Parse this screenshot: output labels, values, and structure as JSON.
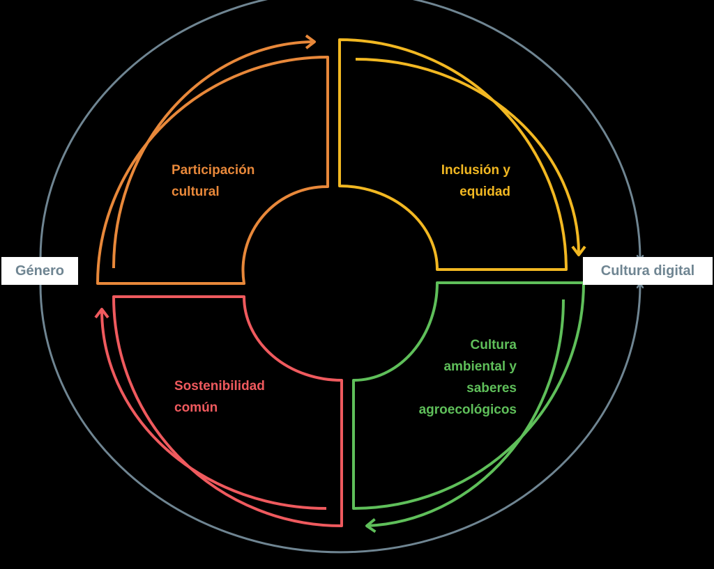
{
  "colors": {
    "ring": "#6f8592",
    "orange": "#e8883a",
    "yellow": "#f2b822",
    "green": "#5fbf5a",
    "red": "#ef5a5e"
  },
  "outer_labels": {
    "left": "Género",
    "right": "Cultura digital"
  },
  "quadrants": [
    {
      "name": "participacion",
      "color_key": "orange",
      "lines": [
        "Participación",
        "cultural"
      ]
    },
    {
      "name": "inclusion",
      "color_key": "yellow",
      "lines": [
        "Inclusión y",
        "equidad"
      ]
    },
    {
      "name": "sostenibilidad",
      "color_key": "red",
      "lines": [
        "Sostenibilidad",
        "común"
      ]
    },
    {
      "name": "ambiental",
      "color_key": "green",
      "lines": [
        "Cultura",
        "ambiental y",
        "saberes",
        "agroecológicos"
      ]
    }
  ]
}
